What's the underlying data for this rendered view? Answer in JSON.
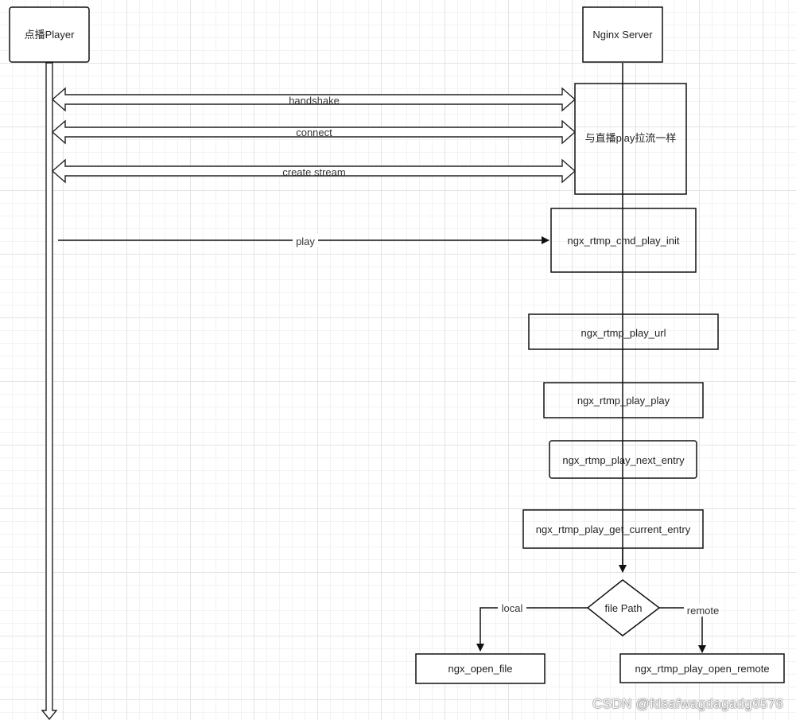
{
  "participants": {
    "player": "点播Player",
    "server": "Nginx Server"
  },
  "messages": {
    "handshake": "handshake",
    "connect": "connect",
    "create_stream": "create stream",
    "play": "play"
  },
  "same_as_live": "与直播play拉流一样",
  "steps": [
    "ngx_rtmp_cmd_play_init",
    "ngx_rtmp_play_url",
    "ngx_rtmp_play_play",
    "ngx_rtmp_play_next_entry",
    "ngx_rtmp_play_get_current_entry"
  ],
  "decision": {
    "label": "file Path",
    "left_branch": "local",
    "right_branch": "remote"
  },
  "outcomes": {
    "local": "ngx_open_file",
    "remote": "ngx_rtmp_play_open_remote"
  },
  "watermark": "CSDN @fdsafwagdagadg6576"
}
